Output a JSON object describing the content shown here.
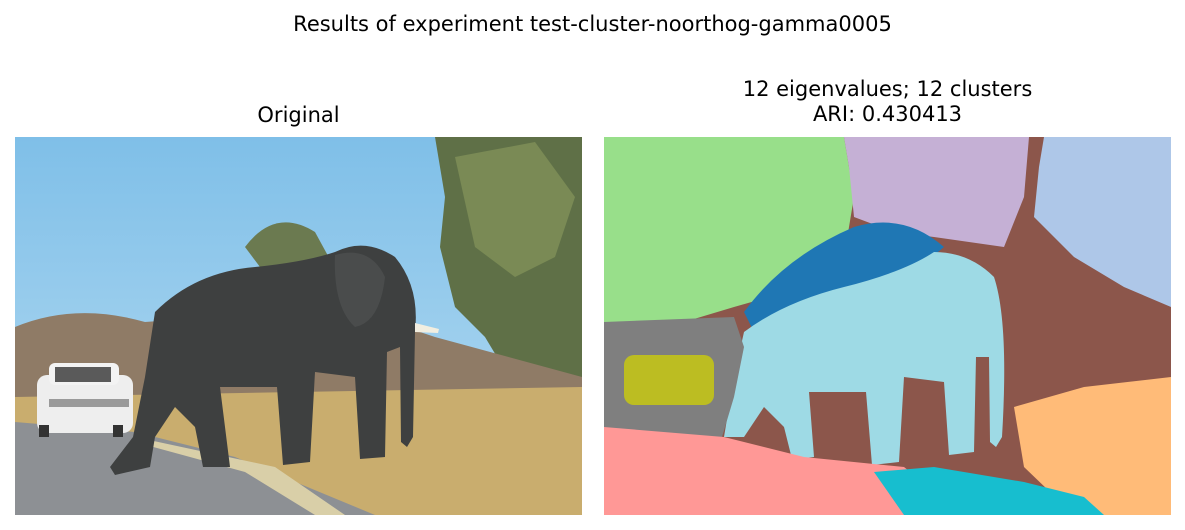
{
  "figure": {
    "suptitle": "Results of experiment test-cluster-noorthog-gamma0005"
  },
  "panels": {
    "left": {
      "title": "Original"
    },
    "right": {
      "title_line1": "12 eigenvalues; 12 clusters",
      "title_line2": "ARI: 0.430413"
    }
  },
  "colors": {
    "sky": "#8cc8ec",
    "road": "#8a8d90",
    "grass": "#c4a86a",
    "elephant": "#3f4040",
    "car": "#f0f0f0",
    "trees": "#6d7a55",
    "cluster_green": "#98df8a",
    "cluster_purple": "#c5b0d5",
    "cluster_brown": "#8c564b",
    "cluster_lightblue": "#aec7e8",
    "cluster_blue": "#1f77b4",
    "cluster_cyan_light": "#9edae5",
    "cluster_gray": "#7f7f7f",
    "cluster_olive": "#bcbd22",
    "cluster_pink": "#ff9896",
    "cluster_orange": "#ffbb78",
    "cluster_cyan": "#17becf"
  }
}
